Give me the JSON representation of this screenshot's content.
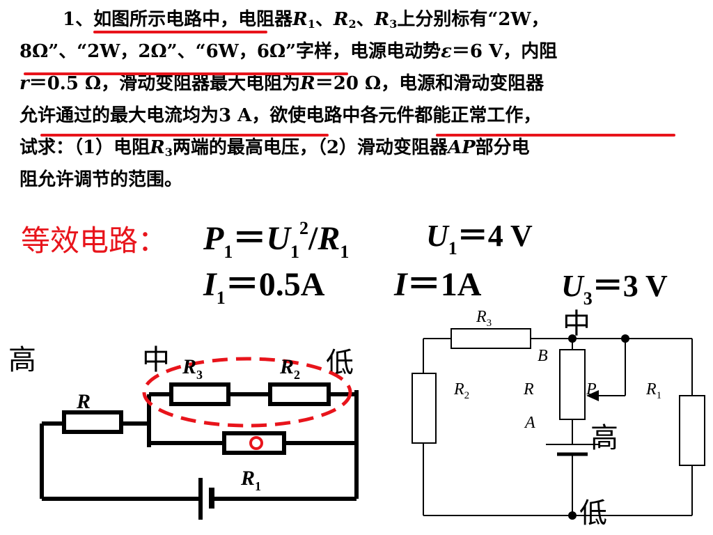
{
  "problem": {
    "line1": "1、如图所示电路中，电阻器",
    "r": "R",
    "s1": "1",
    "s2": "2",
    "s3": "3",
    "sep": "、",
    "line1_tail": "上分别标有“2W，",
    "line2_a": "8Ω”、“2W，2Ω”、“6W，6Ω”字样，电源电动势",
    "emf": "ε",
    "line2_b": "＝6 V，内阻",
    "r_small": "r",
    "line3_a": "＝0.5 Ω，滑动变阻器最大电阻为",
    "line3_r": "R",
    "line3_b": "＝20 Ω，电源和滑动变阻器",
    "line4": "允许通过的最大电流均为3 A，欲使电路中各元件都能正常工作，",
    "line5_a": "试求：（1）电阻",
    "line5_b": "两端的最高电压，（2）滑动变阻器",
    "ap": "AP",
    "line5_c": "部分电",
    "line6": "阻允许调节的范围。"
  },
  "equiv_label": "等效电路：",
  "equations": {
    "p": "P",
    "u": "U",
    "r": "R",
    "i": "I",
    "one": "1",
    "three": "3",
    "two": "2",
    "eq_sign": "＝",
    "slash": "/",
    "u1_val": "4 V",
    "i1_val": "0.5A",
    "i_val": "1A",
    "u3_val": "3 V"
  },
  "left_circuit": {
    "high": "高",
    "mid": "中",
    "low": "低",
    "r": "R",
    "r1": "R",
    "r1_sub": "1",
    "r3": "R",
    "r3_sub": "3",
    "r2": "R",
    "r2_sub": "2"
  },
  "right_circuit": {
    "r3": "R",
    "r3_sub": "3",
    "r2": "R",
    "r2_sub": "2",
    "r": "R",
    "p": "P",
    "r1": "R",
    "r1_sub": "1",
    "a": "A",
    "b": "B",
    "mid": "中",
    "high": "高",
    "low": "低"
  },
  "colors": {
    "accent_red": "#e8141b",
    "ink": "#000000"
  }
}
